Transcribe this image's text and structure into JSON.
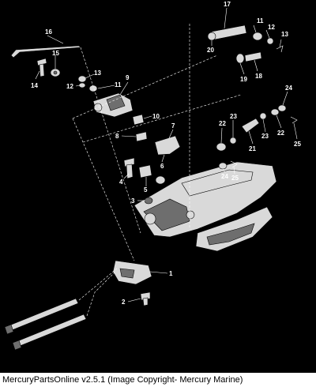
{
  "diagram": {
    "callouts": [
      "16",
      "15",
      "14",
      "13",
      "12",
      "11",
      "9",
      "10",
      "8",
      "7",
      "6",
      "5",
      "4",
      "3",
      "17",
      "11",
      "12",
      "13",
      "20",
      "18",
      "19",
      "24",
      "22",
      "23",
      "21",
      "22",
      "23",
      "25",
      "24",
      "25",
      "1",
      "2"
    ]
  },
  "footer": {
    "caption": "MercuryPartsOnline v2.5.1 (Image Copyright- Mercury Marine)"
  }
}
